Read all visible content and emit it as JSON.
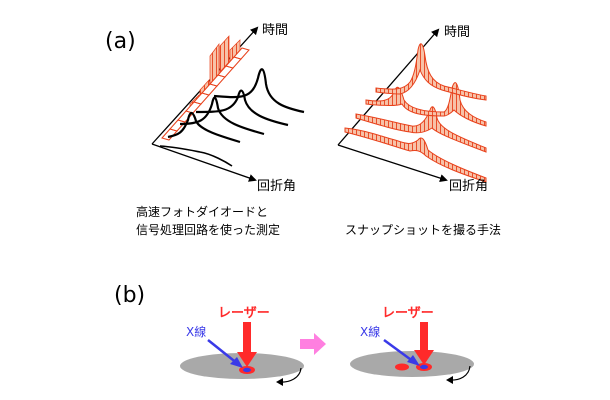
{
  "panel_a": {
    "label": "(a)",
    "left": {
      "axis_time": "時間",
      "axis_angle": "回折角",
      "caption_line1": "高速フォトダイオードと",
      "caption_line2": "信号処理回路を使った測定"
    },
    "right": {
      "axis_time": "時間",
      "axis_angle": "回折角",
      "caption": "スナップショットを撮る手法"
    }
  },
  "panel_b": {
    "label": "(b)",
    "left": {
      "laser_label": "レーザー",
      "xray_label": "X線"
    },
    "right": {
      "laser_label": "レーザー",
      "xray_label": "X線"
    }
  },
  "colors": {
    "laser": "#ff2a2a",
    "xray": "#3a3ae8",
    "transition_arrow": "#ff7fe0",
    "accent_fill": "#f4a07c",
    "accent_stroke": "#e8411b",
    "sample_disk": "#a9a9a9"
  }
}
